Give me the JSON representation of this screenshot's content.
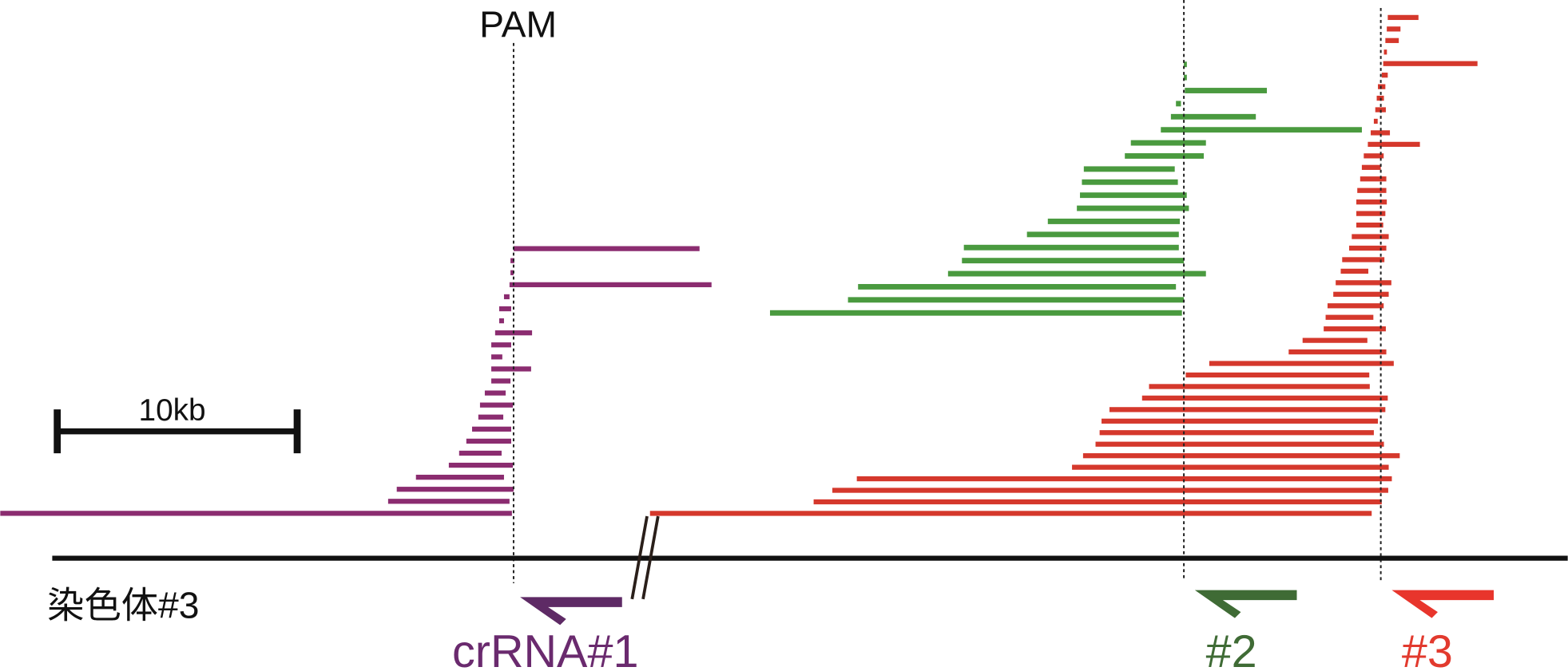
{
  "chart_data": {
    "type": "diagram",
    "title": "",
    "pam_label": "PAM",
    "scale_bar_label": "10kb",
    "scale_bar_kb": 10,
    "chromosome_label": "染色体#3",
    "colors": {
      "crRNA1": "#8b2c70",
      "crRNA2": "#4a9a3f",
      "crRNA3": "#d5382c",
      "arrow1": "#5e2a65",
      "arrow2": "#3f6b35",
      "arrow3": "#e8352c",
      "label1": "#6a2a6e",
      "label2": "#3f6b35",
      "label3": "#e23a2e"
    },
    "sites": [
      {
        "id": "crRNA1",
        "label": "crRNA#1",
        "deletions_kb": [
          [
            0,
            7.75
          ],
          [
            -0.13,
            0.03
          ],
          [
            -0.13,
            0
          ],
          [
            -0.17,
            8.25
          ],
          [
            -0.4,
            -0.17
          ],
          [
            -0.6,
            -0.1
          ],
          [
            -0.6,
            -0.4
          ],
          [
            -0.77,
            0.77
          ],
          [
            -0.93,
            -0.1
          ],
          [
            -0.93,
            -0.47
          ],
          [
            -0.93,
            0.73
          ],
          [
            -0.93,
            -0.13
          ],
          [
            -1.2,
            -0.33
          ],
          [
            -1.4,
            -0.03
          ],
          [
            -1.47,
            -0.43
          ],
          [
            -1.73,
            -0.1
          ],
          [
            -1.97,
            -0.1
          ],
          [
            -2.27,
            -0.5
          ],
          [
            -2.7,
            -0.03
          ],
          [
            -4.07,
            -0.4
          ],
          [
            -4.87,
            0
          ],
          [
            -5.23,
            -0.17
          ],
          [
            -21.4,
            -0.07
          ]
        ]
      },
      {
        "id": "crRNA2",
        "label": "#2",
        "deletions_kb": [
          [
            0,
            0.12
          ],
          [
            0,
            0.08
          ],
          [
            0.04,
            3.46
          ],
          [
            -0.33,
            -0.12
          ],
          [
            -0.54,
            3.0
          ],
          [
            -0.96,
            7.42
          ],
          [
            -2.21,
            0.92
          ],
          [
            -2.46,
            0.83
          ],
          [
            -4.17,
            -0.38
          ],
          [
            -4.25,
            -0.25
          ],
          [
            -4.33,
            0.12
          ],
          [
            -4.46,
            0.21
          ],
          [
            -5.67,
            -0.17
          ],
          [
            -6.54,
            -0.21
          ],
          [
            -9.17,
            -0.21
          ],
          [
            -9.25,
            0
          ],
          [
            -9.83,
            0.92
          ],
          [
            -13.58,
            -0.33
          ],
          [
            -14.0,
            0
          ],
          [
            -17.25,
            -0.08
          ]
        ]
      },
      {
        "id": "crRNA3",
        "label": "#3",
        "deletions_kb": [
          [
            0.29,
            1.57
          ],
          [
            0.25,
            0.82
          ],
          [
            0.19,
            0.75
          ],
          [
            0.13,
            0.23
          ],
          [
            0.1,
            4.03
          ],
          [
            0.04,
            0.29
          ],
          [
            -0.12,
            0.19
          ],
          [
            -0.17,
            0.13
          ],
          [
            -0.23,
            0.21
          ],
          [
            -0.29,
            -0.13
          ],
          [
            -0.42,
            0.38
          ],
          [
            -0.54,
            1.63
          ],
          [
            -0.71,
            0.12
          ],
          [
            -0.79,
            0
          ],
          [
            -0.86,
            0.23
          ],
          [
            -0.98,
            0.23
          ],
          [
            -1.02,
            0.25
          ],
          [
            -1.02,
            0.19
          ],
          [
            -1.02,
            0.1
          ],
          [
            -1.21,
            0.33
          ],
          [
            -1.32,
            0.23
          ],
          [
            -1.61,
            0.15
          ],
          [
            -1.67,
            -0.52
          ],
          [
            -1.88,
            0.44
          ],
          [
            -1.98,
            0.33
          ],
          [
            -2.22,
            0.12
          ],
          [
            -2.3,
            -0.31
          ],
          [
            -2.38,
            0.21
          ],
          [
            -3.26,
            -0.56
          ],
          [
            -3.84,
            0.23
          ],
          [
            -7.15,
            0.54
          ],
          [
            -8.13,
            -0.48
          ],
          [
            -9.66,
            -0.46
          ],
          [
            -9.95,
            0.29
          ],
          [
            -11.31,
            0.19
          ],
          [
            -11.64,
            -0.12
          ],
          [
            -11.72,
            -0.29
          ],
          [
            -11.89,
            0.13
          ],
          [
            -12.41,
            0.79
          ],
          [
            -12.87,
            0.33
          ],
          [
            -21.84,
            0.46
          ],
          [
            -22.86,
            0.31
          ],
          [
            -23.64,
            0.04
          ],
          [
            -30.46,
            -0.38
          ]
        ]
      }
    ]
  }
}
